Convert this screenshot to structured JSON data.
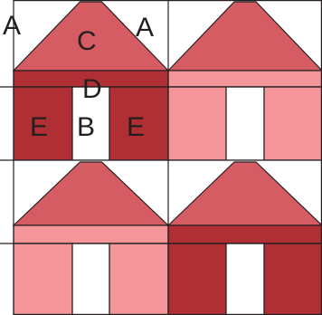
{
  "labels": {
    "a_left": "A",
    "a_right": "A",
    "c": "C",
    "d": "D",
    "e_left": "E",
    "b": "B",
    "e_right": "E"
  },
  "colors": {
    "roof": "#d65c63",
    "dark_red": "#b02f35",
    "light_pink": "#f4959a",
    "background": "#ffffff",
    "stroke": "#231f20"
  },
  "blocks": [
    {
      "name": "house-block-top-left",
      "band": "dark_red",
      "walls": "dark_red"
    },
    {
      "name": "house-block-top-right",
      "band": "light_pink",
      "walls": "light_pink"
    },
    {
      "name": "house-block-bottom-left",
      "band": "light_pink",
      "walls": "light_pink"
    },
    {
      "name": "house-block-bottom-right",
      "band": "dark_red",
      "walls": "dark_red"
    }
  ]
}
